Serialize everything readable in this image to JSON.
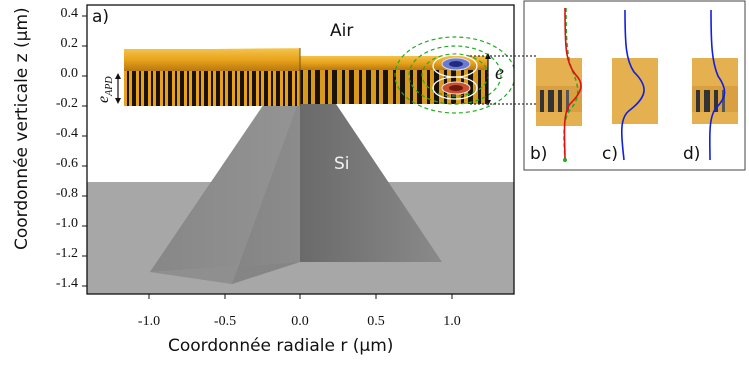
{
  "axes": {
    "x_title": "Coordonnée radiale r (µm)",
    "y_title": "Coordonnée verticale z (µm)",
    "x_ticks": [
      "-1.0",
      "-0.5",
      "0.0",
      "0.5",
      "1.0"
    ],
    "y_ticks": [
      "0.4",
      "0.2",
      "0.0",
      "-0.2",
      "-0.4",
      "-0.6",
      "-0.8",
      "-1.0",
      "-1.2",
      "-1.4"
    ]
  },
  "labels": {
    "panel_a": "a)",
    "air": "Air",
    "si": "Si",
    "e_symbol": "e",
    "e_apd_symbol": "e",
    "e_apd_subscript": "APD"
  },
  "side_panels": {
    "b": "b)",
    "c": "c)",
    "d": "d)"
  },
  "colors": {
    "disk_gold": "#e8a21a",
    "stripe_dark": "#1a1206",
    "pyramid_grey": "#8a8a8a",
    "substrate_grey": "#a9a9a9",
    "profile_red": "#e01010",
    "profile_green": "#22aa22",
    "profile_blue": "#1020e0"
  }
}
